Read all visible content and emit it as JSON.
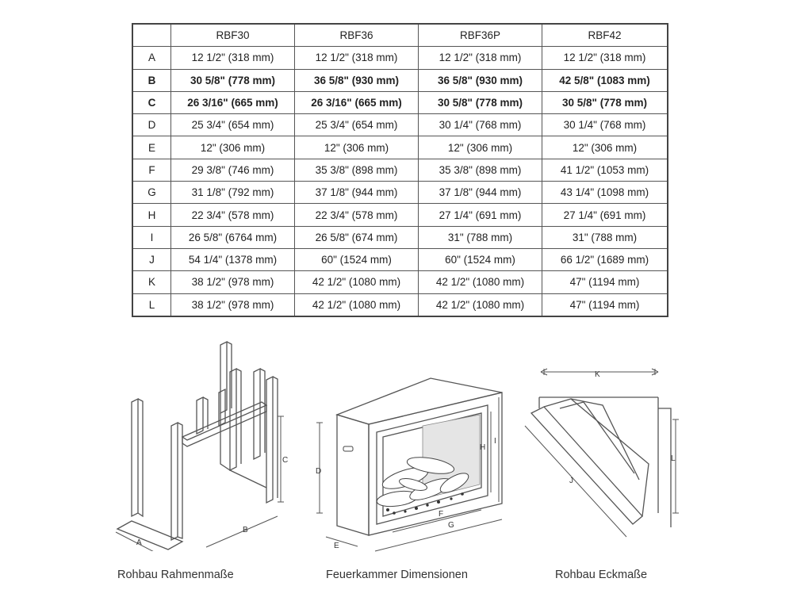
{
  "table": {
    "headers": [
      "",
      "RBF30",
      "RBF36",
      "RBF36P",
      "RBF42"
    ],
    "rows": [
      {
        "label": "A",
        "bold": false,
        "cells": [
          "12 1/2\" (318 mm)",
          "12 1/2\" (318 mm)",
          "12 1/2\" (318 mm)",
          "12 1/2\" (318 mm)"
        ]
      },
      {
        "label": "B",
        "bold": true,
        "cells": [
          "30 5/8\" (778 mm)",
          "36 5/8\" (930 mm)",
          "36 5/8\" (930 mm)",
          "42 5/8\" (1083 mm)"
        ]
      },
      {
        "label": "C",
        "bold": true,
        "cells": [
          "26 3/16\" (665 mm)",
          "26 3/16\" (665 mm)",
          "30 5/8\" (778 mm)",
          "30 5/8\" (778 mm)"
        ]
      },
      {
        "label": "D",
        "bold": false,
        "cells": [
          "25 3/4\" (654 mm)",
          "25 3/4\" (654 mm)",
          "30 1/4\" (768 mm)",
          "30 1/4\" (768 mm)"
        ]
      },
      {
        "label": "E",
        "bold": false,
        "cells": [
          "12\" (306 mm)",
          "12\" (306 mm)",
          "12\" (306 mm)",
          "12\" (306 mm)"
        ]
      },
      {
        "label": "F",
        "bold": false,
        "cells": [
          "29 3/8\" (746 mm)",
          "35 3/8\" (898 mm)",
          "35 3/8\" (898 mm)",
          "41 1/2\" (1053 mm)"
        ]
      },
      {
        "label": "G",
        "bold": false,
        "cells": [
          "31 1/8\" (792 mm)",
          "37 1/8\" (944 mm)",
          "37 1/8\" (944 mm)",
          "43 1/4\" (1098 mm)"
        ]
      },
      {
        "label": "H",
        "bold": false,
        "cells": [
          "22 3/4\" (578 mm)",
          "22 3/4\" (578 mm)",
          "27 1/4\" (691 mm)",
          "27 1/4\" (691 mm)"
        ]
      },
      {
        "label": "I",
        "bold": false,
        "cells": [
          "26 5/8\" (6764 mm)",
          "26 5/8\" (674 mm)",
          "31\" (788 mm)",
          "31\" (788 mm)"
        ]
      },
      {
        "label": "J",
        "bold": false,
        "cells": [
          "54 1/4\" (1378 mm)",
          "60\" (1524 mm)",
          "60\" (1524 mm)",
          "66 1/2\" (1689 mm)"
        ]
      },
      {
        "label": "K",
        "bold": false,
        "cells": [
          "38 1/2\" (978 mm)",
          "42 1/2\" (1080 mm)",
          "42 1/2\" (1080 mm)",
          "47\" (1194 mm)"
        ]
      },
      {
        "label": "L",
        "bold": false,
        "cells": [
          "38 1/2\" (978 mm)",
          "42 1/2\" (1080 mm)",
          "42 1/2\" (1080 mm)",
          "47\" (1194 mm)"
        ]
      }
    ]
  },
  "figures": {
    "frame": {
      "caption": "Rohbau Rahmenmaße",
      "labels": {
        "a": "A",
        "b": "B",
        "c": "C"
      }
    },
    "firebox": {
      "caption": "Feuerkammer Dimensionen",
      "labels": {
        "d": "D",
        "e": "E",
        "f": "F",
        "g": "G",
        "h": "H",
        "i": "I"
      }
    },
    "corner": {
      "caption": "Rohbau Eckmaße",
      "labels": {
        "k": "K",
        "j": "J",
        "l": "L"
      }
    }
  }
}
